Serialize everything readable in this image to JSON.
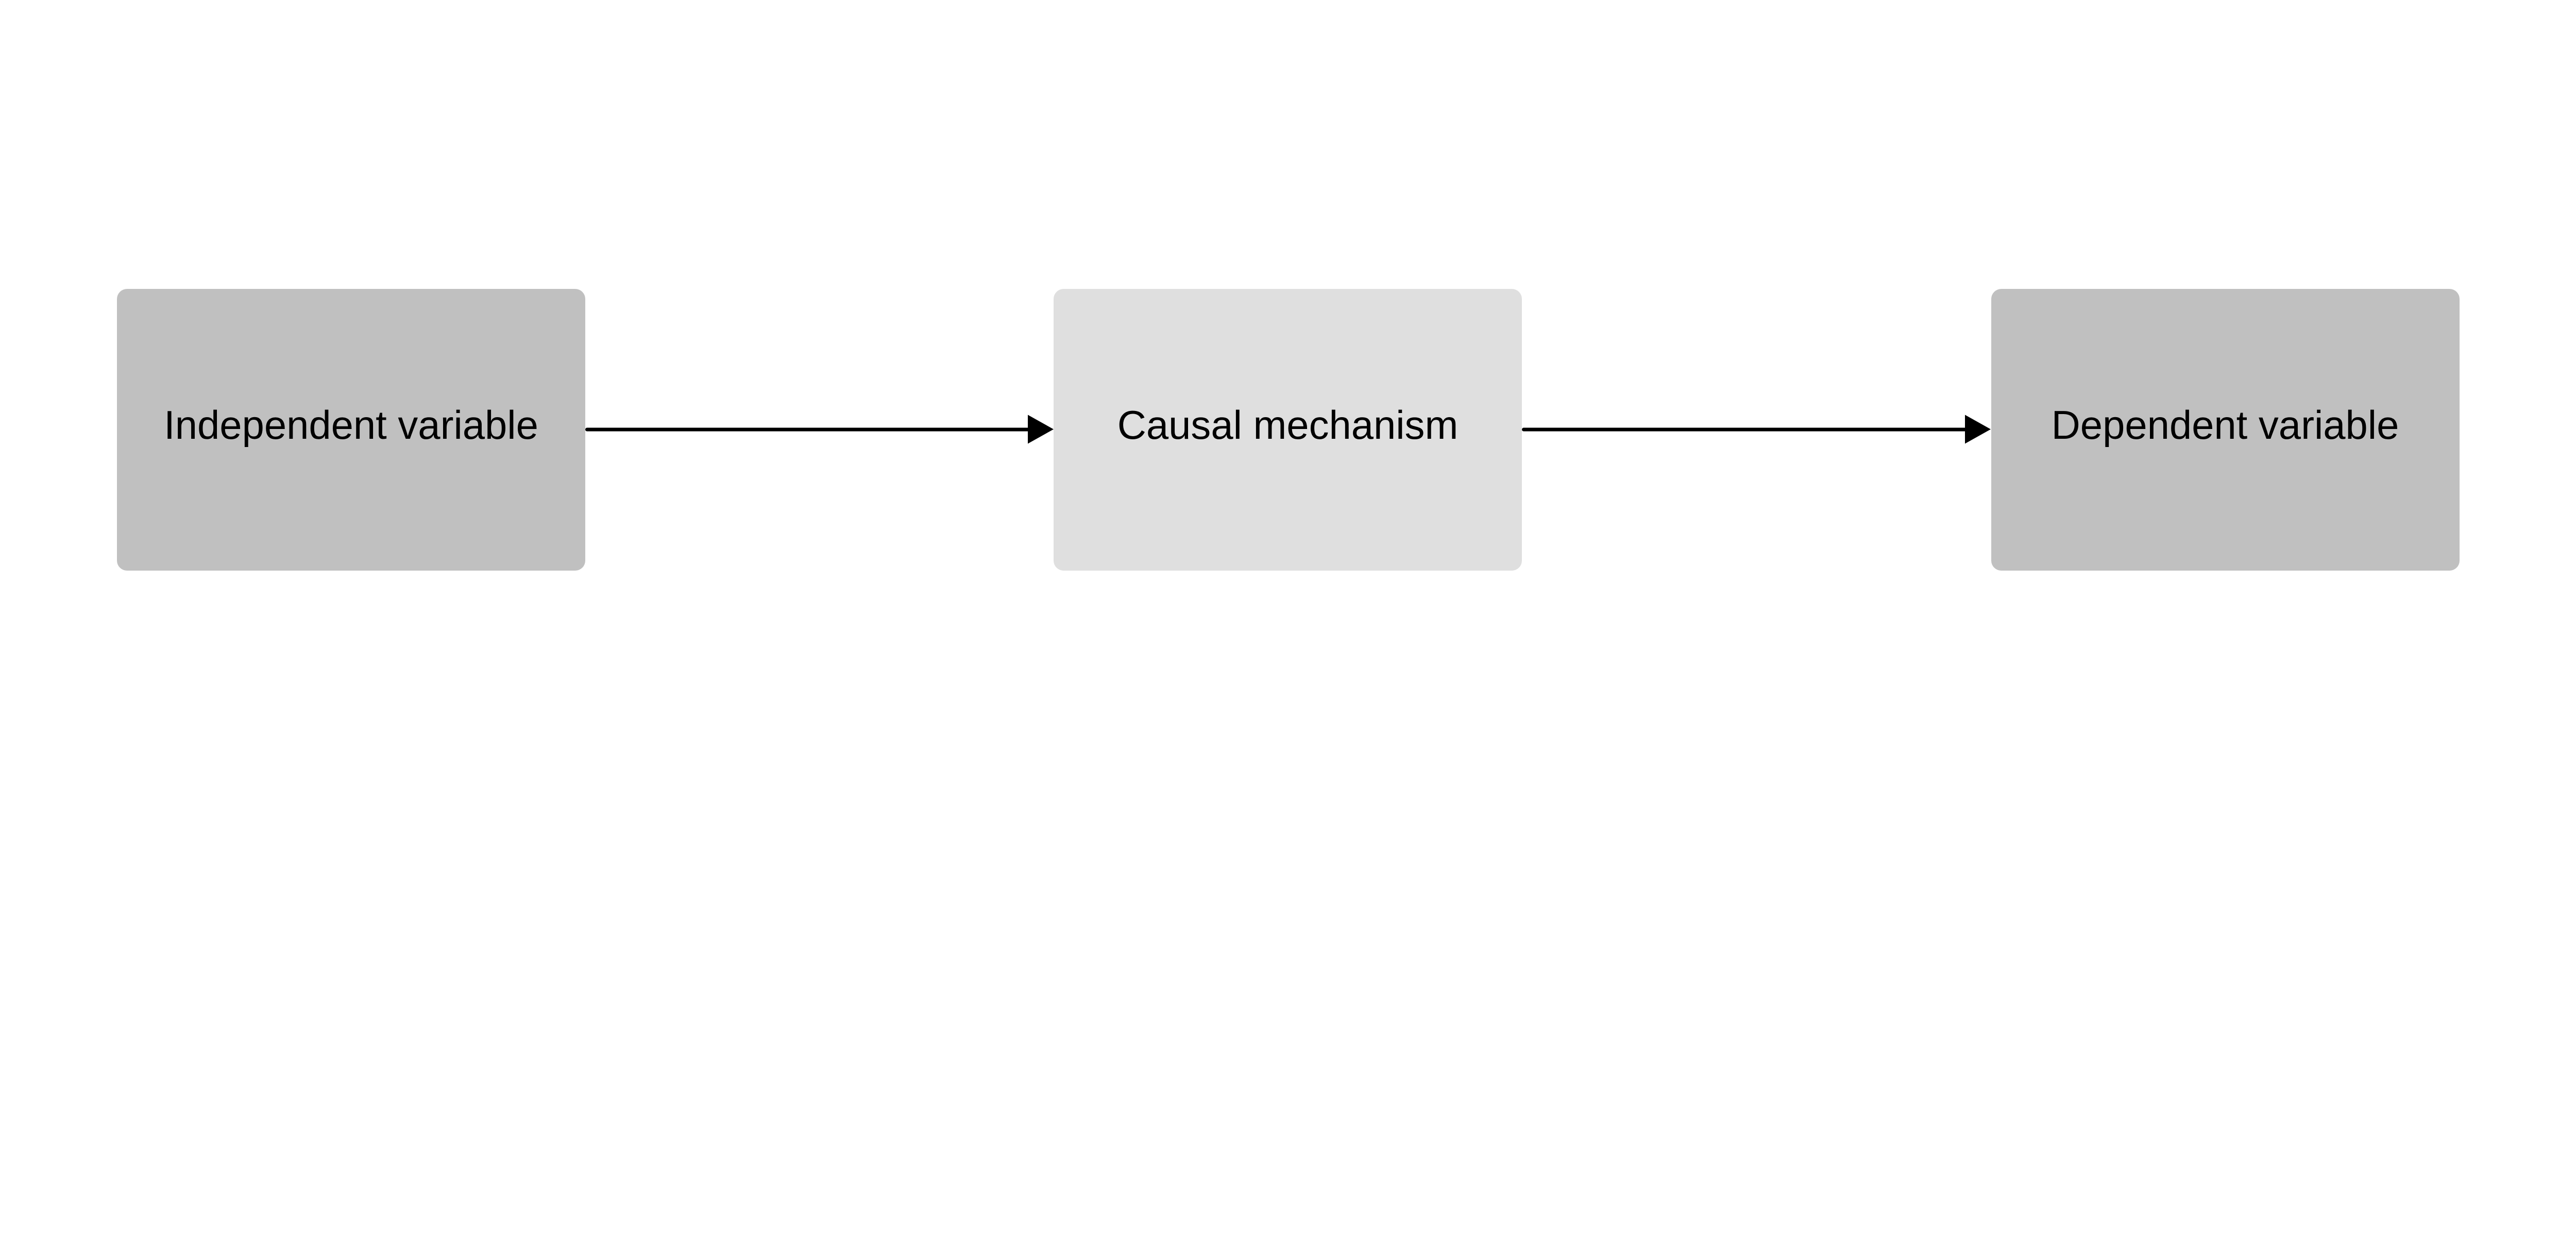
{
  "nodes": [
    {
      "id": "independent",
      "label": "Independent variable",
      "fill": "#c0c0c0"
    },
    {
      "id": "mechanism",
      "label": "Causal mechanism",
      "fill": "#dfdfdf"
    },
    {
      "id": "dependent",
      "label": "Dependent variable",
      "fill": "#c0c0c0"
    }
  ],
  "edges": [
    {
      "from": "independent",
      "to": "mechanism"
    },
    {
      "from": "mechanism",
      "to": "dependent"
    }
  ],
  "colors": {
    "edge": "#000000",
    "background": "#ffffff"
  }
}
